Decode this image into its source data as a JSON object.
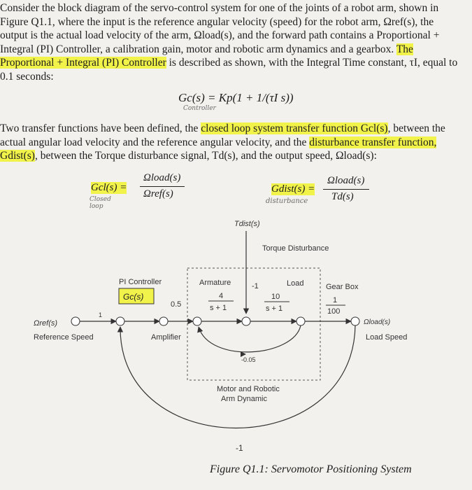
{
  "paragraph1": [
    "Consider the block diagram of the servo-control system for one of the joints of a robot arm, shown in",
    "Figure Q1.1, where the input is the reference angular velocity (speed) for the robot arm, Ωref(s), the",
    "output is the actual load velocity of the arm, Ωload(s), and the forward path contains a Proportional +",
    "Integral (PI) Controller, a calibration gain, motor and robotic arm dynamics and a gearbox.",
    "The",
    "Proportional + Integral (PI) Controller",
    "is described as shown, with the Integral Time constant, τI, equal to",
    "0.1 seconds:"
  ],
  "equation_pi": "Gc(s) = Kp(1 + 1/(τI s))",
  "handwritten": {
    "controller": "Controller",
    "closed_loop": "Closed loop",
    "disturbance": "disturbance"
  },
  "paragraph2": {
    "line1_pre": "Two transfer functions have been defined, the",
    "line1_hl": "closed loop system transfer function Gcl(s)",
    "line1_post": ", between the",
    "line2_pre": "actual angular load velocity and the reference angular velocity, and the",
    "line2_hl": "disturbance transfer function,",
    "line3_hl": "Gdist(s)",
    "line3_post": ", between the Torque disturbance signal, Td(s), and the output speed, Ωload(s):"
  },
  "transfer_functions": {
    "gcl_lhs": "Gcl(s) =",
    "gcl_num": "Ωload(s)",
    "gcl_den": "Ωref(s)",
    "gdist_lhs": "Gdist(s) =",
    "gdist_num": "Ωload(s)",
    "gdist_den": "Td(s)"
  },
  "diagram": {
    "tdist_label": "Tdist(s)",
    "torque_disturbance": "Torque Disturbance",
    "pi_controller": "PI Controller",
    "gc": "Gc(s)",
    "gain": "0.5",
    "amplifier": "Amplifier",
    "armature": "Armature",
    "armature_num": "4",
    "armature_den": "s + 1",
    "minus_one": "-1",
    "load": "Load",
    "load_num": "10",
    "load_den": "s + 1",
    "gear_box": "Gear Box",
    "gear_num": "1",
    "gear_den": "100",
    "omega_ref": "Ωref(s)",
    "reference_speed": "Reference Speed",
    "one": "1",
    "feedback_inner": "-0.05",
    "motor_label_1": "Motor and Robotic",
    "motor_label_2": "Arm Dynamic",
    "omega_out": "Ωload(s)",
    "load_speed": "Load Speed",
    "outer_feedback": "-1"
  },
  "caption": "Figure Q1.1: Servomotor Positioning System"
}
